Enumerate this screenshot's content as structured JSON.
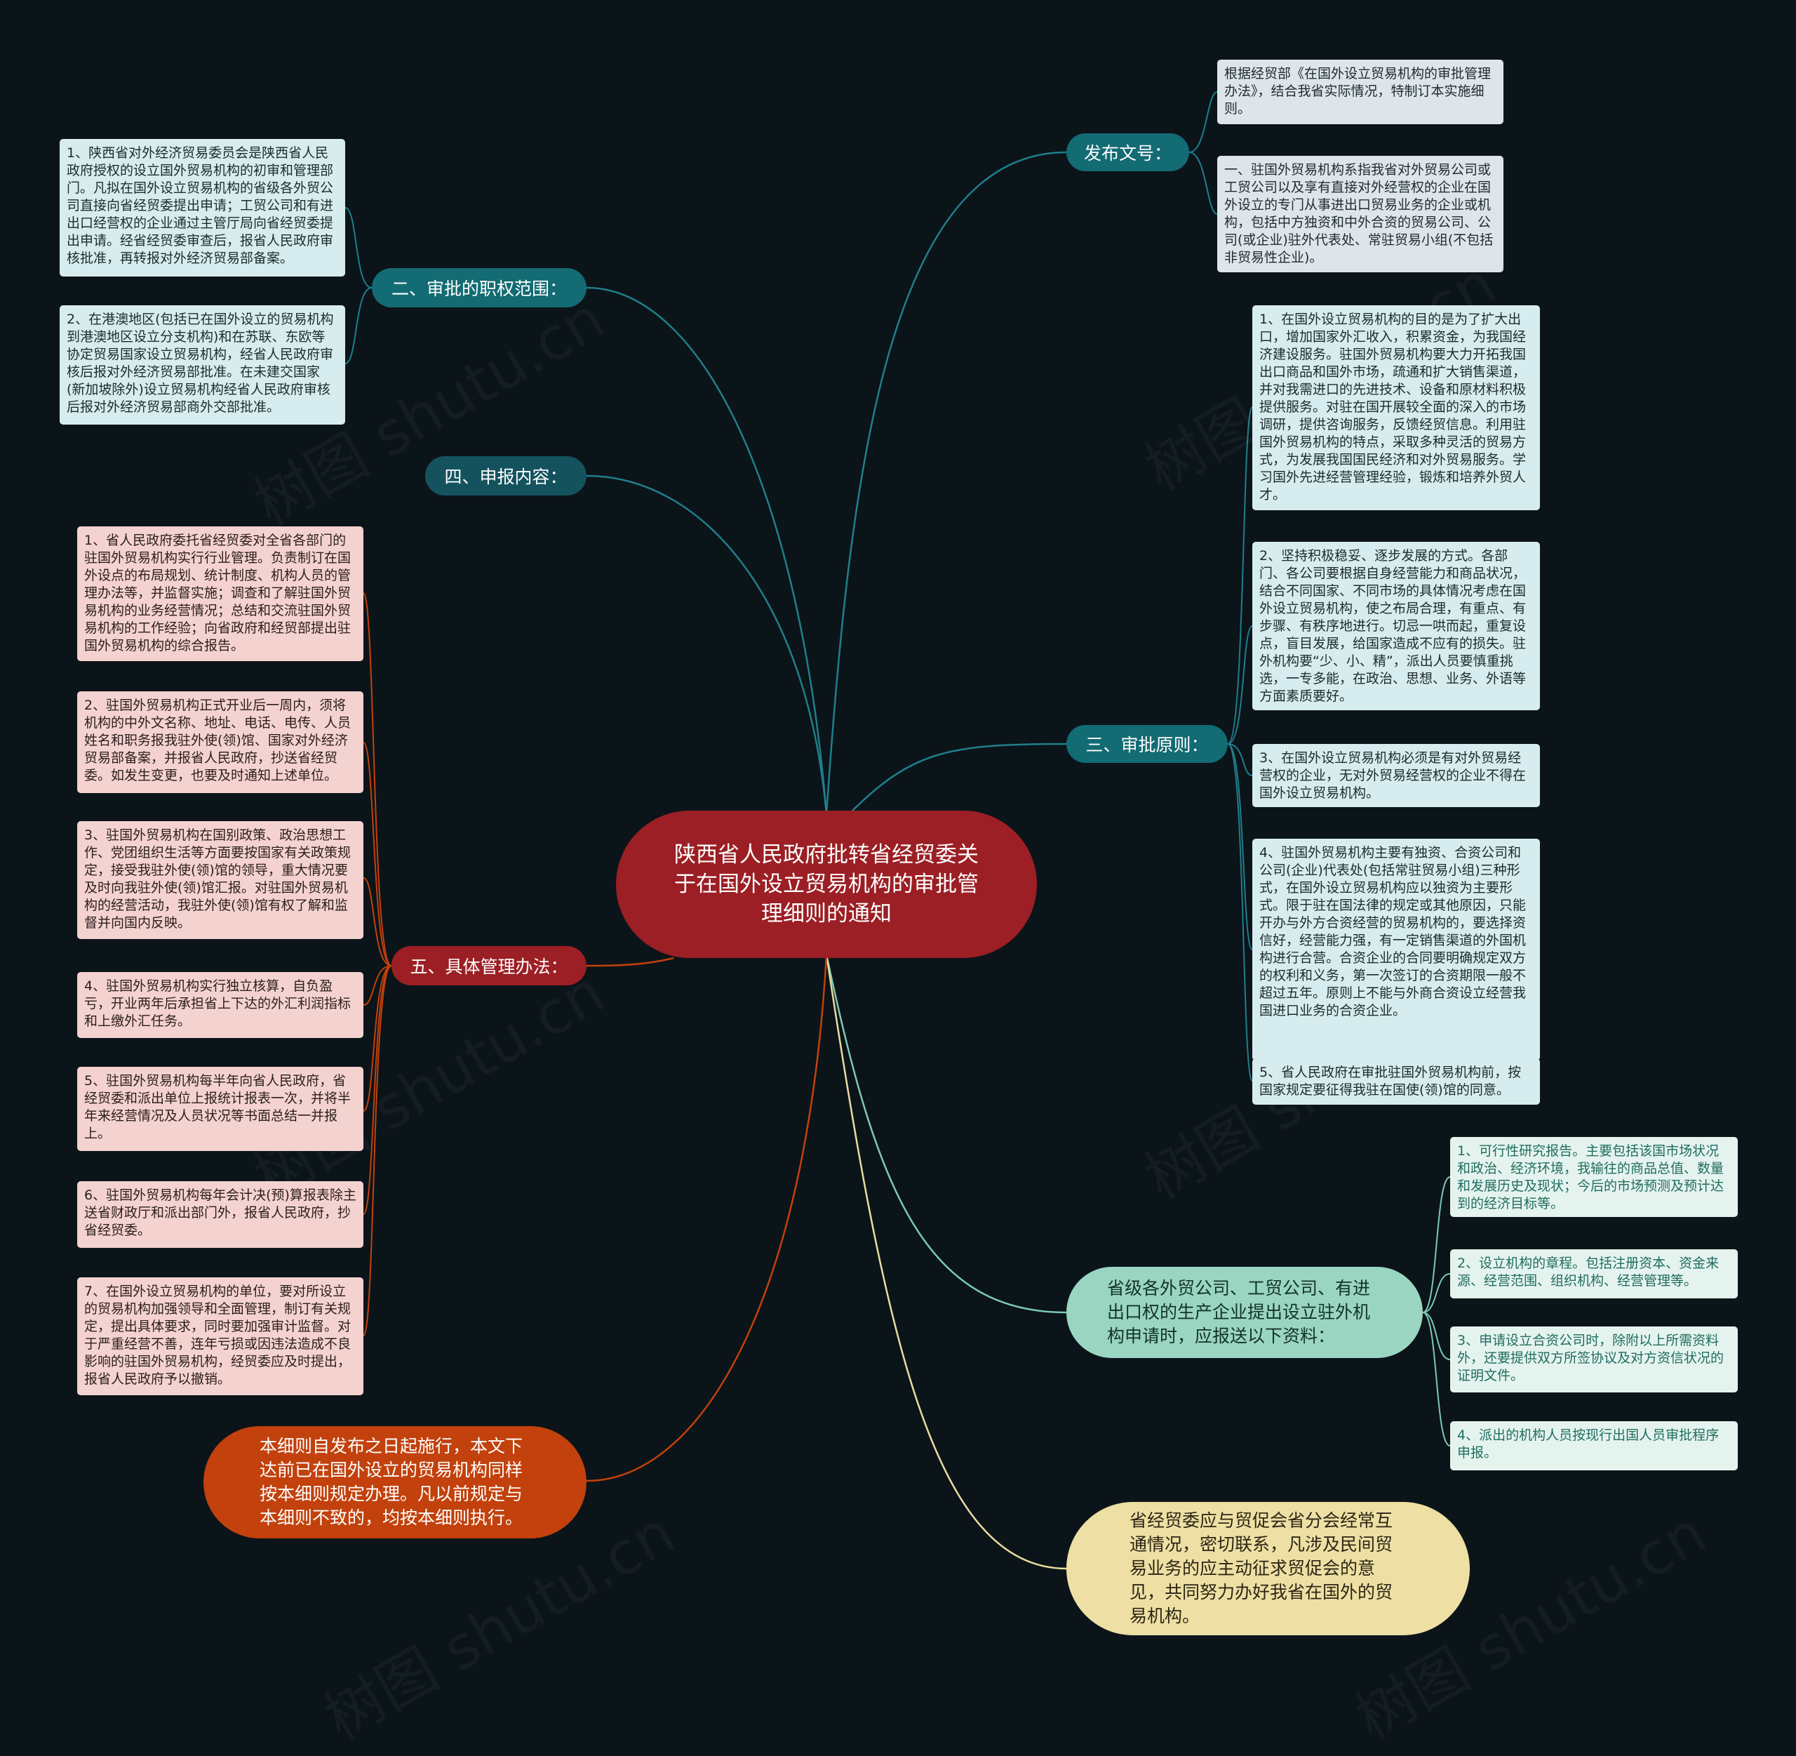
{
  "center": "陕西省人民政府批转省经贸委关于在国外设立贸易机构的审批管理细则的通知",
  "branches": {
    "fawen": {
      "label": "发布文号：",
      "items": [
        "根据经贸部《在国外设立贸易机构的审批管理办法》，结合我省实际情况，特制订本实施细则。",
        "一、驻国外贸易机构系指我省对外贸易公司或工贸公司以及享有直接对外经营权的企业在国外设立的专门从事进出口贸易业务的企业或机构，包括中方独资和中外合资的贸易公司、公司(或企业)驻外代表处、常驻贸易小组(不包括非贸易性企业)。"
      ]
    },
    "zhiquan": {
      "label": "二、审批的职权范围：",
      "items": [
        "1、陕西省对外经济贸易委员会是陕西省人民政府授权的设立国外贸易机构的初审和管理部门。凡拟在国外设立贸易机构的省级各外贸公司直接向省经贸委提出申请；工贸公司和有进出口经营权的企业通过主管厅局向省经贸委提出申请。经省经贸委审查后，报省人民政府审核批准，再转报对外经济贸易部备案。",
        "2、在港澳地区(包括已在国外设立的贸易机构到港澳地区设立分支机构)和在苏联、东欧等协定贸易国家设立贸易机构，经省人民政府审核后报对外经济贸易部批准。在未建交国家(新加坡除外)设立贸易机构经省人民政府审核后报对外经济贸易部商外交部批准。"
      ]
    },
    "shenbao": {
      "label": "四、申报内容："
    },
    "guanli": {
      "label": "五、具体管理办法：",
      "items": [
        "1、省人民政府委托省经贸委对全省各部门的驻国外贸易机构实行行业管理。负责制订在国外设点的布局规划、统计制度、机构人员的管理办法等，并监督实施；调查和了解驻国外贸易机构的业务经营情况；总结和交流驻国外贸易机构的工作经验；向省政府和经贸部提出驻国外贸易机构的综合报告。",
        "2、驻国外贸易机构正式开业后一周内，须将机构的中外文名称、地址、电话、电传、人员姓名和职务报我驻外使(领)馆、国家对外经济贸易部备案，并报省人民政府，抄送省经贸委。如发生变更，也要及时通知上述单位。",
        "3、驻国外贸易机构在国别政策、政治思想工作、党团组织生活等方面要按国家有关政策规定，接受我驻外使(领)馆的领导，重大情况要及时向我驻外使(领)馆汇报。对驻国外贸易机构的经营活动，我驻外使(领)馆有权了解和监督并向国内反映。",
        "4、驻国外贸易机构实行独立核算，自负盈亏，开业两年后承担省上下达的外汇利润指标和上缴外汇任务。",
        "5、驻国外贸易机构每半年向省人民政府，省经贸委和派出单位上报统计报表一次，并将半年来经营情况及人员状况等书面总结一并报上。",
        "6、驻国外贸易机构每年会计决(预)算报表除主送省财政厅和派出部门外，报省人民政府，抄省经贸委。",
        "7、在国外设立贸易机构的单位，要对所设立的贸易机构加强领导和全面管理，制订有关规定，提出具体要求，同时要加强审计监督。对于严重经营不善，连年亏损或因违法造成不良影响的驻国外贸易机构，经贸委应及时提出，报省人民政府予以撤销。"
      ]
    },
    "shishi": {
      "label": "本细则自发布之日起施行，本文下达前已在国外设立的贸易机构同样按本细则规定办理。凡以前规定与本细则不致的，均按本细则执行。"
    },
    "yuanze": {
      "label": "三、审批原则：",
      "items": [
        "1、在国外设立贸易机构的目的是为了扩大出口，增加国家外汇收入，积累资金，为我国经济建设服务。驻国外贸易机构要大力开拓我国出口商品和国外市场，疏通和扩大销售渠道，并对我需进口的先进技术、设备和原材料积极提供服务。对驻在国开展较全面的深入的市场调研，提供咨询服务，反馈经贸信息。利用驻国外贸易机构的特点，采取多种灵活的贸易方式，为发展我国国民经济和对外贸易服务。学习国外先进经营管理经验，锻炼和培养外贸人才。",
        "2、坚持积极稳妥、逐步发展的方式。各部门、各公司要根据自身经营能力和商品状况，结合不同国家、不同市场的具体情况考虑在国外设立贸易机构，使之布局合理，有重点、有步骤、有秩序地进行。切忌一哄而起，重复设点，盲目发展，给国家造成不应有的损失。驻外机构要“少、小、精”，派出人员要慎重挑选，一专多能，在政治、思想、业务、外语等方面素质要好。",
        "3、在国外设立贸易机构必须是有对外贸易经营权的企业，无对外贸易经营权的企业不得在国外设立贸易机构。",
        "4、驻国外贸易机构主要有独资、合资公司和公司(企业)代表处(包括常驻贸易小组)三种形式，在国外设立贸易机构应以独资为主要形式。限于驻在国法律的规定或其他原因，只能开办与外方合资经营的贸易机构的，要选择资信好，经营能力强，有一定销售渠道的外国机构进行合营。合资企业的合同要明确规定双方的权利和义务，第一次签订的合资期限一般不超过五年。原则上不能与外商合资设立经营我国进口业务的合资企业。",
        "5、省人民政府在审批驻国外贸易机构前，按国家规定要征得我驻在国使(领)馆的同意。"
      ]
    },
    "ziliao": {
      "label": "省级各外贸公司、工贸公司、有进出口权的生产企业提出设立驻外机构申请时，应报送以下资料：",
      "items": [
        "1、可行性研究报告。主要包括该国市场状况和政治、经济环境，我输往的商品总值、数量和发展历史及现状；今后的市场预测及预计达到的经济目标等。",
        "2、设立机构的章程。包括注册资本、资金来源、经营范围、组织机构、经营管理等。",
        "3、申请设立合资公司时，除附以上所需资料外，还要提供双方所签协议及对方资信状况的证明文件。",
        "4、派出的机构人员按现行出国人员审批程序申报。"
      ]
    },
    "maocu": {
      "label": "省经贸委应与贸促会省分会经常互通情况，密切联系，凡涉及民间贸易业务的应主动征求贸促会的意见，共同努力办好我省在国外的贸易机构。"
    }
  },
  "watermark": "树图 shutu.cn",
  "colors": {
    "background": "#0b1419",
    "center": "#9b1f24",
    "teal_branch": "#136b73",
    "mint_branch": "#9ad5c1",
    "cream_branch": "#eedfa4",
    "orange_branch": "#c2410c"
  }
}
